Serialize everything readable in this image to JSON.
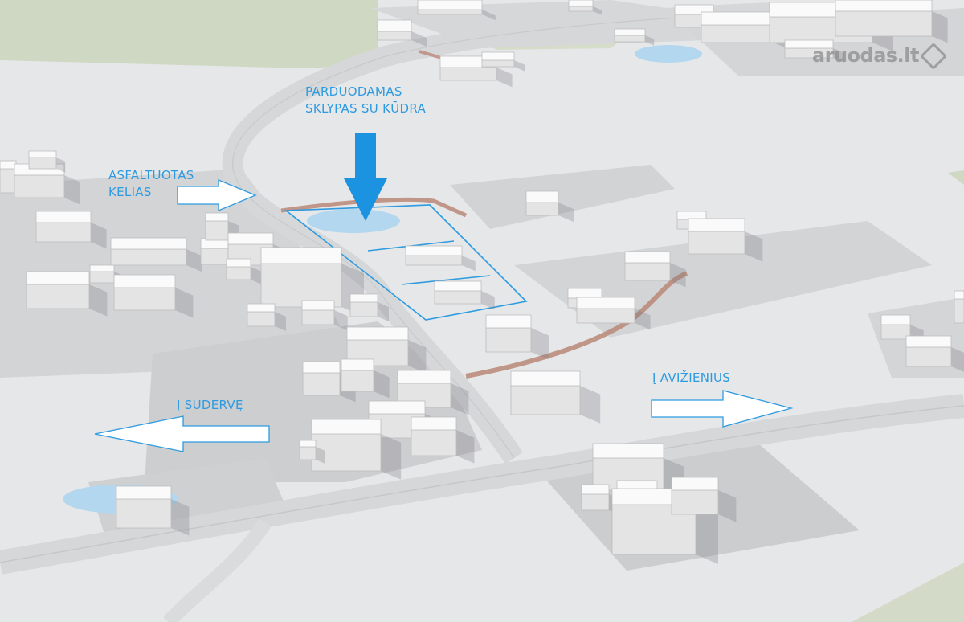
{
  "colors": {
    "accent": "#2e9be0",
    "arrow_down": "#1c93e0",
    "road": "#d9dadc",
    "ground": "#e6e7e9",
    "shadow_zone": "#c9cacc",
    "grass": "#cfd8c3",
    "water": "#b3d7ee",
    "dirt_path": "#b98778",
    "building_top": "#fafafa",
    "building_side": "#e4e4e4"
  },
  "labels": {
    "plot_line1": "PARDUODAMAS",
    "plot_line2": "SKLYPAS SU KŪDRA",
    "road_line1": "ASFALTUOTAS",
    "road_line2": "KELIAS",
    "to_sudervė": "Į SUDERVĘ",
    "to_avizienius": "Į AVIŽIENIUS"
  },
  "watermark": {
    "text": "aruodas.lt"
  },
  "icons": {
    "plot_marker": "arrow-down-icon",
    "road_marker": "arrow-right-icon",
    "west_marker": "arrow-left-icon",
    "east_marker": "arrow-right-icon",
    "watermark_mark": "house-icon"
  }
}
